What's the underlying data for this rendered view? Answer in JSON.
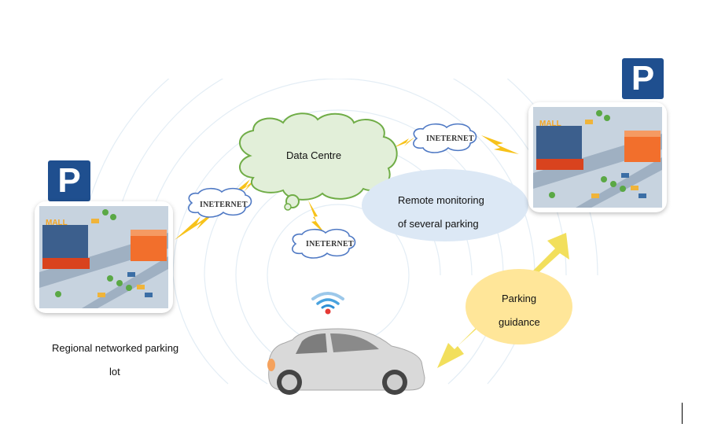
{
  "diagram": {
    "data_centre": {
      "label": "Data Centre"
    },
    "internet_links": [
      {
        "label": "INETERNET"
      },
      {
        "label": "INETERNET"
      },
      {
        "label": "INETERNET"
      }
    ],
    "remote_monitoring": {
      "line1": "Remote monitoring",
      "line2": "of several parking"
    },
    "parking_guidance": {
      "line1": "Parking",
      "line2": "guidance"
    },
    "regional_lot": {
      "line1": "Regional networked parking",
      "line2": "lot"
    },
    "parking_sign_left": {
      "letter": "P"
    },
    "parking_sign_right": {
      "letter": "P"
    },
    "lot_sign_text": "MALL",
    "icons": [
      "parking-sign-icon",
      "wifi-signal-icon",
      "car-icon",
      "lightning-bolt-icon",
      "double-arrow-icon",
      "cloud-icon"
    ],
    "colors": {
      "cloud_fill": "#e2efd9",
      "cloud_stroke": "#70ad47",
      "internet_stroke": "#4f79c4",
      "monitor_fill": "#dce8f5",
      "guidance_fill": "#ffe699",
      "arrow": "#f2df5c",
      "bolt": "#f7c21a",
      "sign": "#1f4f8f",
      "rings": "#dfeaf3"
    }
  }
}
